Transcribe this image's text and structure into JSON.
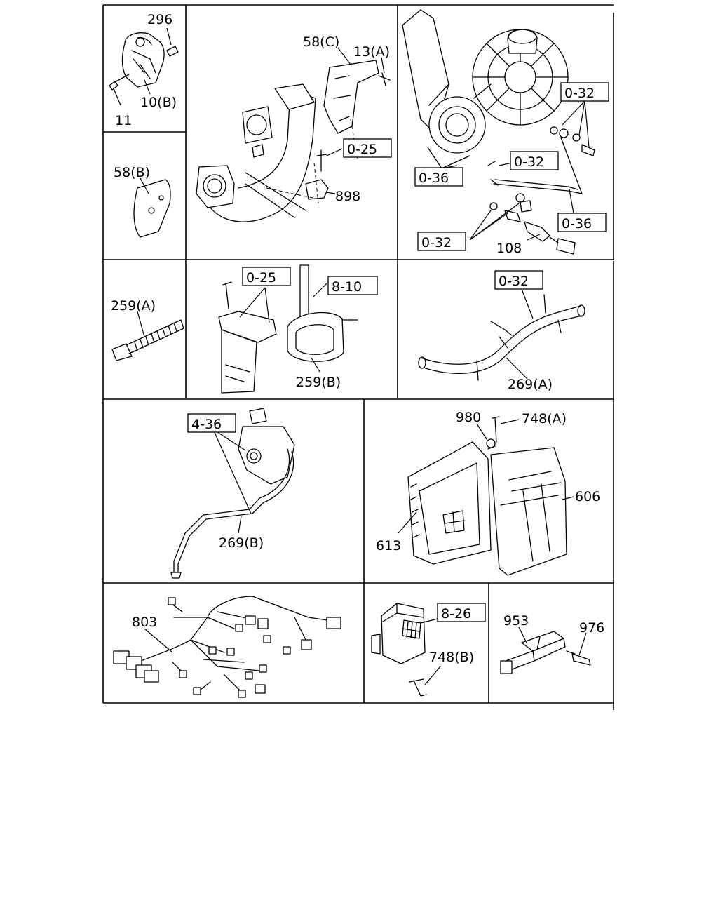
{
  "panels": {
    "p1": {
      "labels": {
        "a": "296",
        "b": "10(B)",
        "c": "11"
      }
    },
    "p2": {
      "labels": {
        "a": "58(B)"
      }
    },
    "p3": {
      "labels": {
        "a": "58(C)",
        "b": "13(A)",
        "c": "898"
      },
      "refs": {
        "a": "0-25"
      }
    },
    "p4": {
      "labels": {
        "a": "108"
      },
      "refs": {
        "a": "0-32",
        "b": "0-36",
        "c": "0-32",
        "d": "0-36",
        "e": "0-32"
      }
    },
    "p5": {
      "labels": {
        "a": "259(A)"
      }
    },
    "p6": {
      "labels": {
        "a": "259(B)"
      },
      "refs": {
        "a": "0-25",
        "b": "8-10"
      }
    },
    "p7": {
      "labels": {
        "a": "269(A)"
      },
      "refs": {
        "a": "0-32"
      }
    },
    "p8": {
      "labels": {
        "a": "269(B)"
      },
      "refs": {
        "a": "4-36"
      }
    },
    "p9": {
      "labels": {
        "a": "980",
        "b": "748(A)",
        "c": "606",
        "d": "613"
      }
    },
    "p10": {
      "labels": {
        "a": "803"
      }
    },
    "p11": {
      "labels": {
        "a": "748(B)"
      },
      "refs": {
        "a": "8-26"
      }
    },
    "p12": {
      "labels": {
        "a": "953",
        "b": "976"
      }
    }
  }
}
